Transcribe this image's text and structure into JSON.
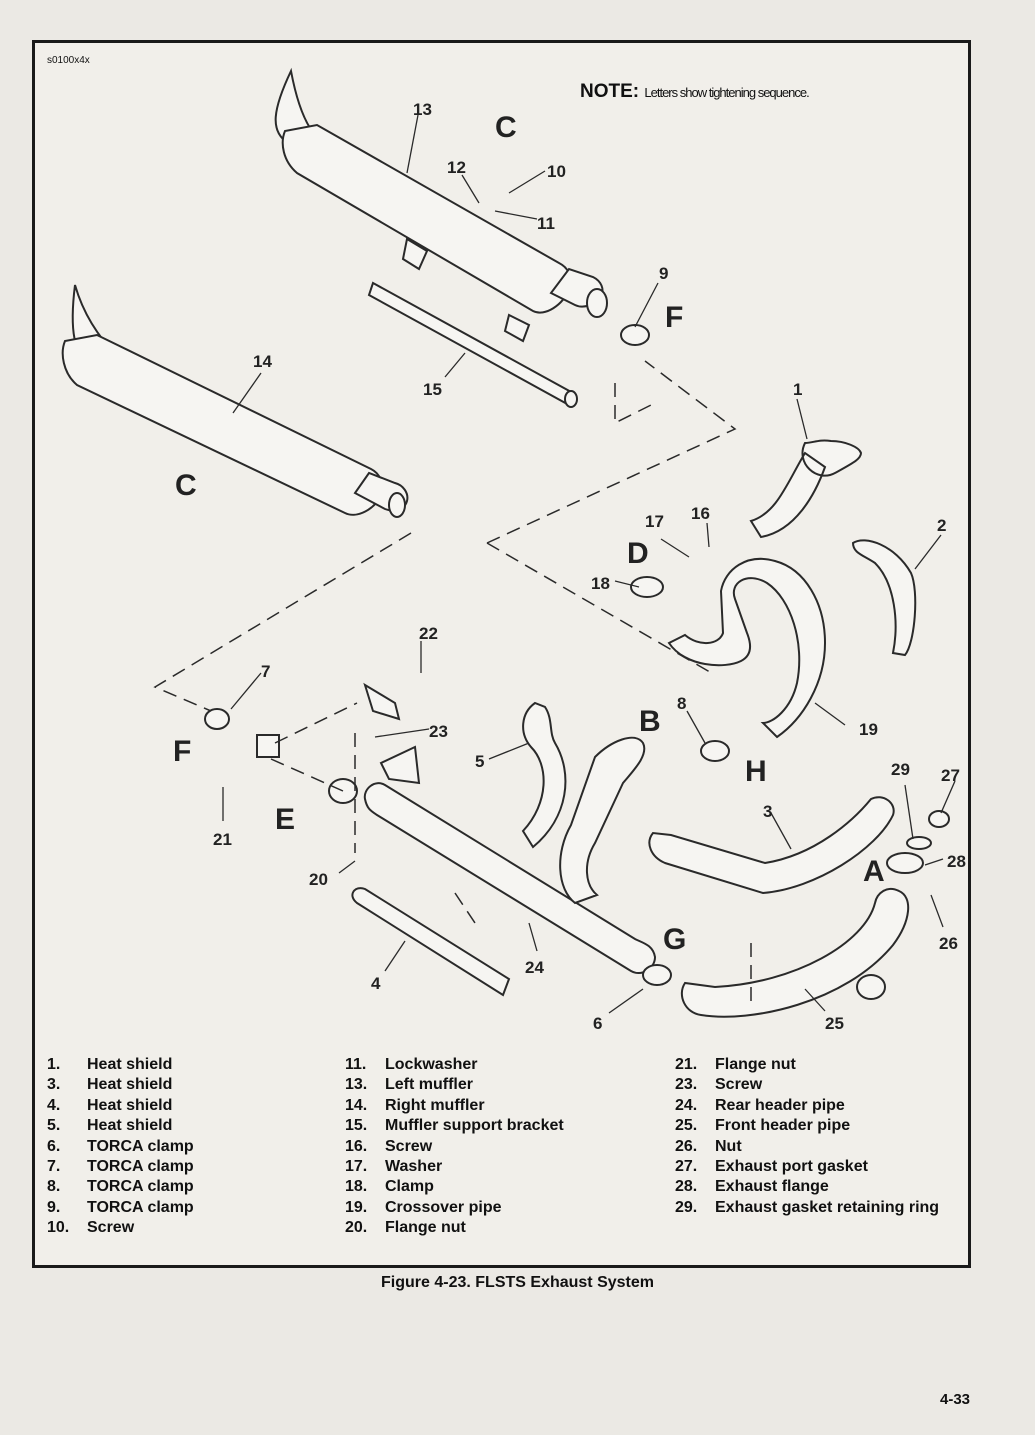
{
  "figure_id": "s0100x4x",
  "note": {
    "label": "NOTE:",
    "text": "Letters show tightening sequence."
  },
  "callouts": {
    "c1": "1",
    "c2": "2",
    "c3": "3",
    "c4": "4",
    "c5": "5",
    "c6": "6",
    "c7": "7",
    "c8": "8",
    "c9": "9",
    "c10": "10",
    "c11": "11",
    "c12": "12",
    "c13": "13",
    "c14": "14",
    "c15": "15",
    "c16": "16",
    "c17": "17",
    "c18": "18",
    "c19": "19",
    "c20": "20",
    "c21": "21",
    "c22": "22",
    "c23": "23",
    "c24": "24",
    "c25": "25",
    "c26": "26",
    "c27": "27",
    "c28": "28",
    "c29": "29"
  },
  "sequence_letters": {
    "a": "A",
    "b": "B",
    "c_top": "C",
    "c_left": "C",
    "d": "D",
    "e": "E",
    "f_top": "F",
    "f_left": "F",
    "g": "G",
    "h": "H"
  },
  "legend": {
    "col1": [
      {
        "num": "1.",
        "label": "Heat shield"
      },
      {
        "num": "3.",
        "label": "Heat shield"
      },
      {
        "num": "4.",
        "label": "Heat shield"
      },
      {
        "num": "5.",
        "label": "Heat shield"
      },
      {
        "num": "6.",
        "label": "TORCA clamp"
      },
      {
        "num": "7.",
        "label": "TORCA clamp"
      },
      {
        "num": "8.",
        "label": "TORCA clamp"
      },
      {
        "num": "9.",
        "label": "TORCA clamp"
      },
      {
        "num": "10.",
        "label": "Screw"
      }
    ],
    "col2": [
      {
        "num": "11.",
        "label": "Lockwasher"
      },
      {
        "num": "13.",
        "label": "Left muffler"
      },
      {
        "num": "14.",
        "label": "Right muffler"
      },
      {
        "num": "15.",
        "label": "Muffler support bracket"
      },
      {
        "num": "16.",
        "label": "Screw"
      },
      {
        "num": "17.",
        "label": "Washer"
      },
      {
        "num": "18.",
        "label": "Clamp"
      },
      {
        "num": "19.",
        "label": "Crossover pipe"
      },
      {
        "num": "20.",
        "label": "Flange nut"
      }
    ],
    "col3": [
      {
        "num": "21.",
        "label": "Flange nut"
      },
      {
        "num": "23.",
        "label": "Screw"
      },
      {
        "num": "24.",
        "label": "Rear header pipe"
      },
      {
        "num": "25.",
        "label": "Front header pipe"
      },
      {
        "num": "26.",
        "label": "Nut"
      },
      {
        "num": "27.",
        "label": "Exhaust port gasket"
      },
      {
        "num": "28.",
        "label": "Exhaust flange"
      },
      {
        "num": "29.",
        "label": "Exhaust gasket retaining ring"
      }
    ]
  },
  "caption": "Figure 4-23. FLSTS Exhaust System",
  "page_number": "4-33"
}
